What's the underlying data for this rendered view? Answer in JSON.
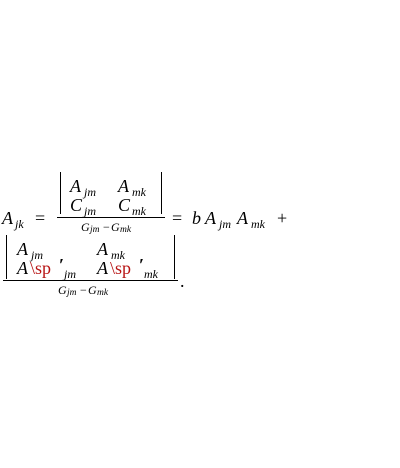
{
  "equation": {
    "lhs": {
      "base": "A",
      "sub": "jk"
    },
    "eq": "=",
    "term1": {
      "det": [
        [
          {
            "base": "A",
            "sub": "jm"
          },
          {
            "base": "A",
            "sub": "mk"
          }
        ],
        [
          {
            "base": "C",
            "sub": "jm"
          },
          {
            "base": "C",
            "sub": "mk"
          }
        ]
      ],
      "den": {
        "a": "G",
        "a_sub": "jm",
        "minus": "−",
        "b": "G",
        "b_sub": "mk"
      }
    },
    "eq2": "=",
    "coef": "b",
    "prod": [
      {
        "base": "A",
        "sub": "jm"
      },
      {
        "base": "A",
        "sub": "mk"
      }
    ],
    "plus": "+",
    "term2": {
      "det_row1": [
        {
          "base": "A",
          "sub": "jm"
        },
        {
          "base": "A",
          "sub": "mk"
        }
      ],
      "det_row2": [
        {
          "base": "A",
          "err": "\\sp",
          "prime": "′",
          "sub": "jm"
        },
        {
          "base": "A",
          "err": "\\sp",
          "prime": "′",
          "sub": "mk"
        }
      ],
      "den": {
        "a": "G",
        "a_sub": "jm",
        "minus": "−",
        "b": "G",
        "b_sub": "mk"
      }
    },
    "period": "."
  },
  "colors": {
    "text": "#000000",
    "error": "#b81414"
  }
}
